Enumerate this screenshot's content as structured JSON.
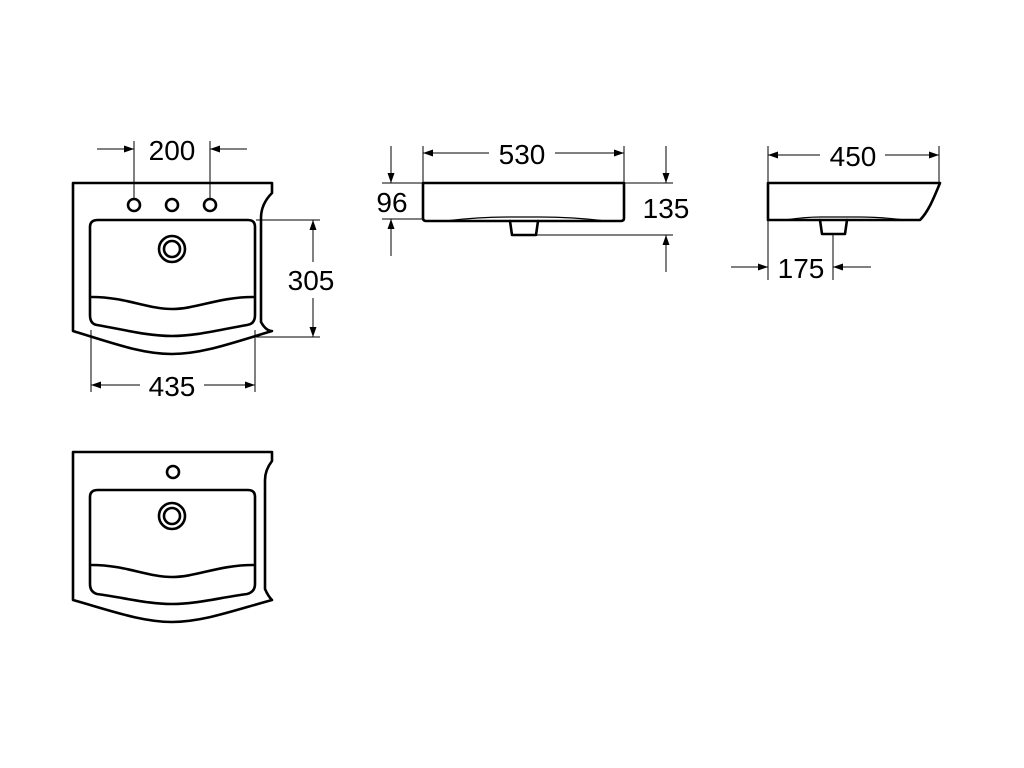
{
  "dimensions": {
    "top_view_hole_spacing": "200",
    "top_view_bowl_depth": "305",
    "top_view_bowl_width": "435",
    "front_view_overall_width": "530",
    "front_view_rim_height": "96",
    "front_view_total_height": "135",
    "side_view_overall_depth": "450",
    "side_view_waste_offset": "175"
  }
}
